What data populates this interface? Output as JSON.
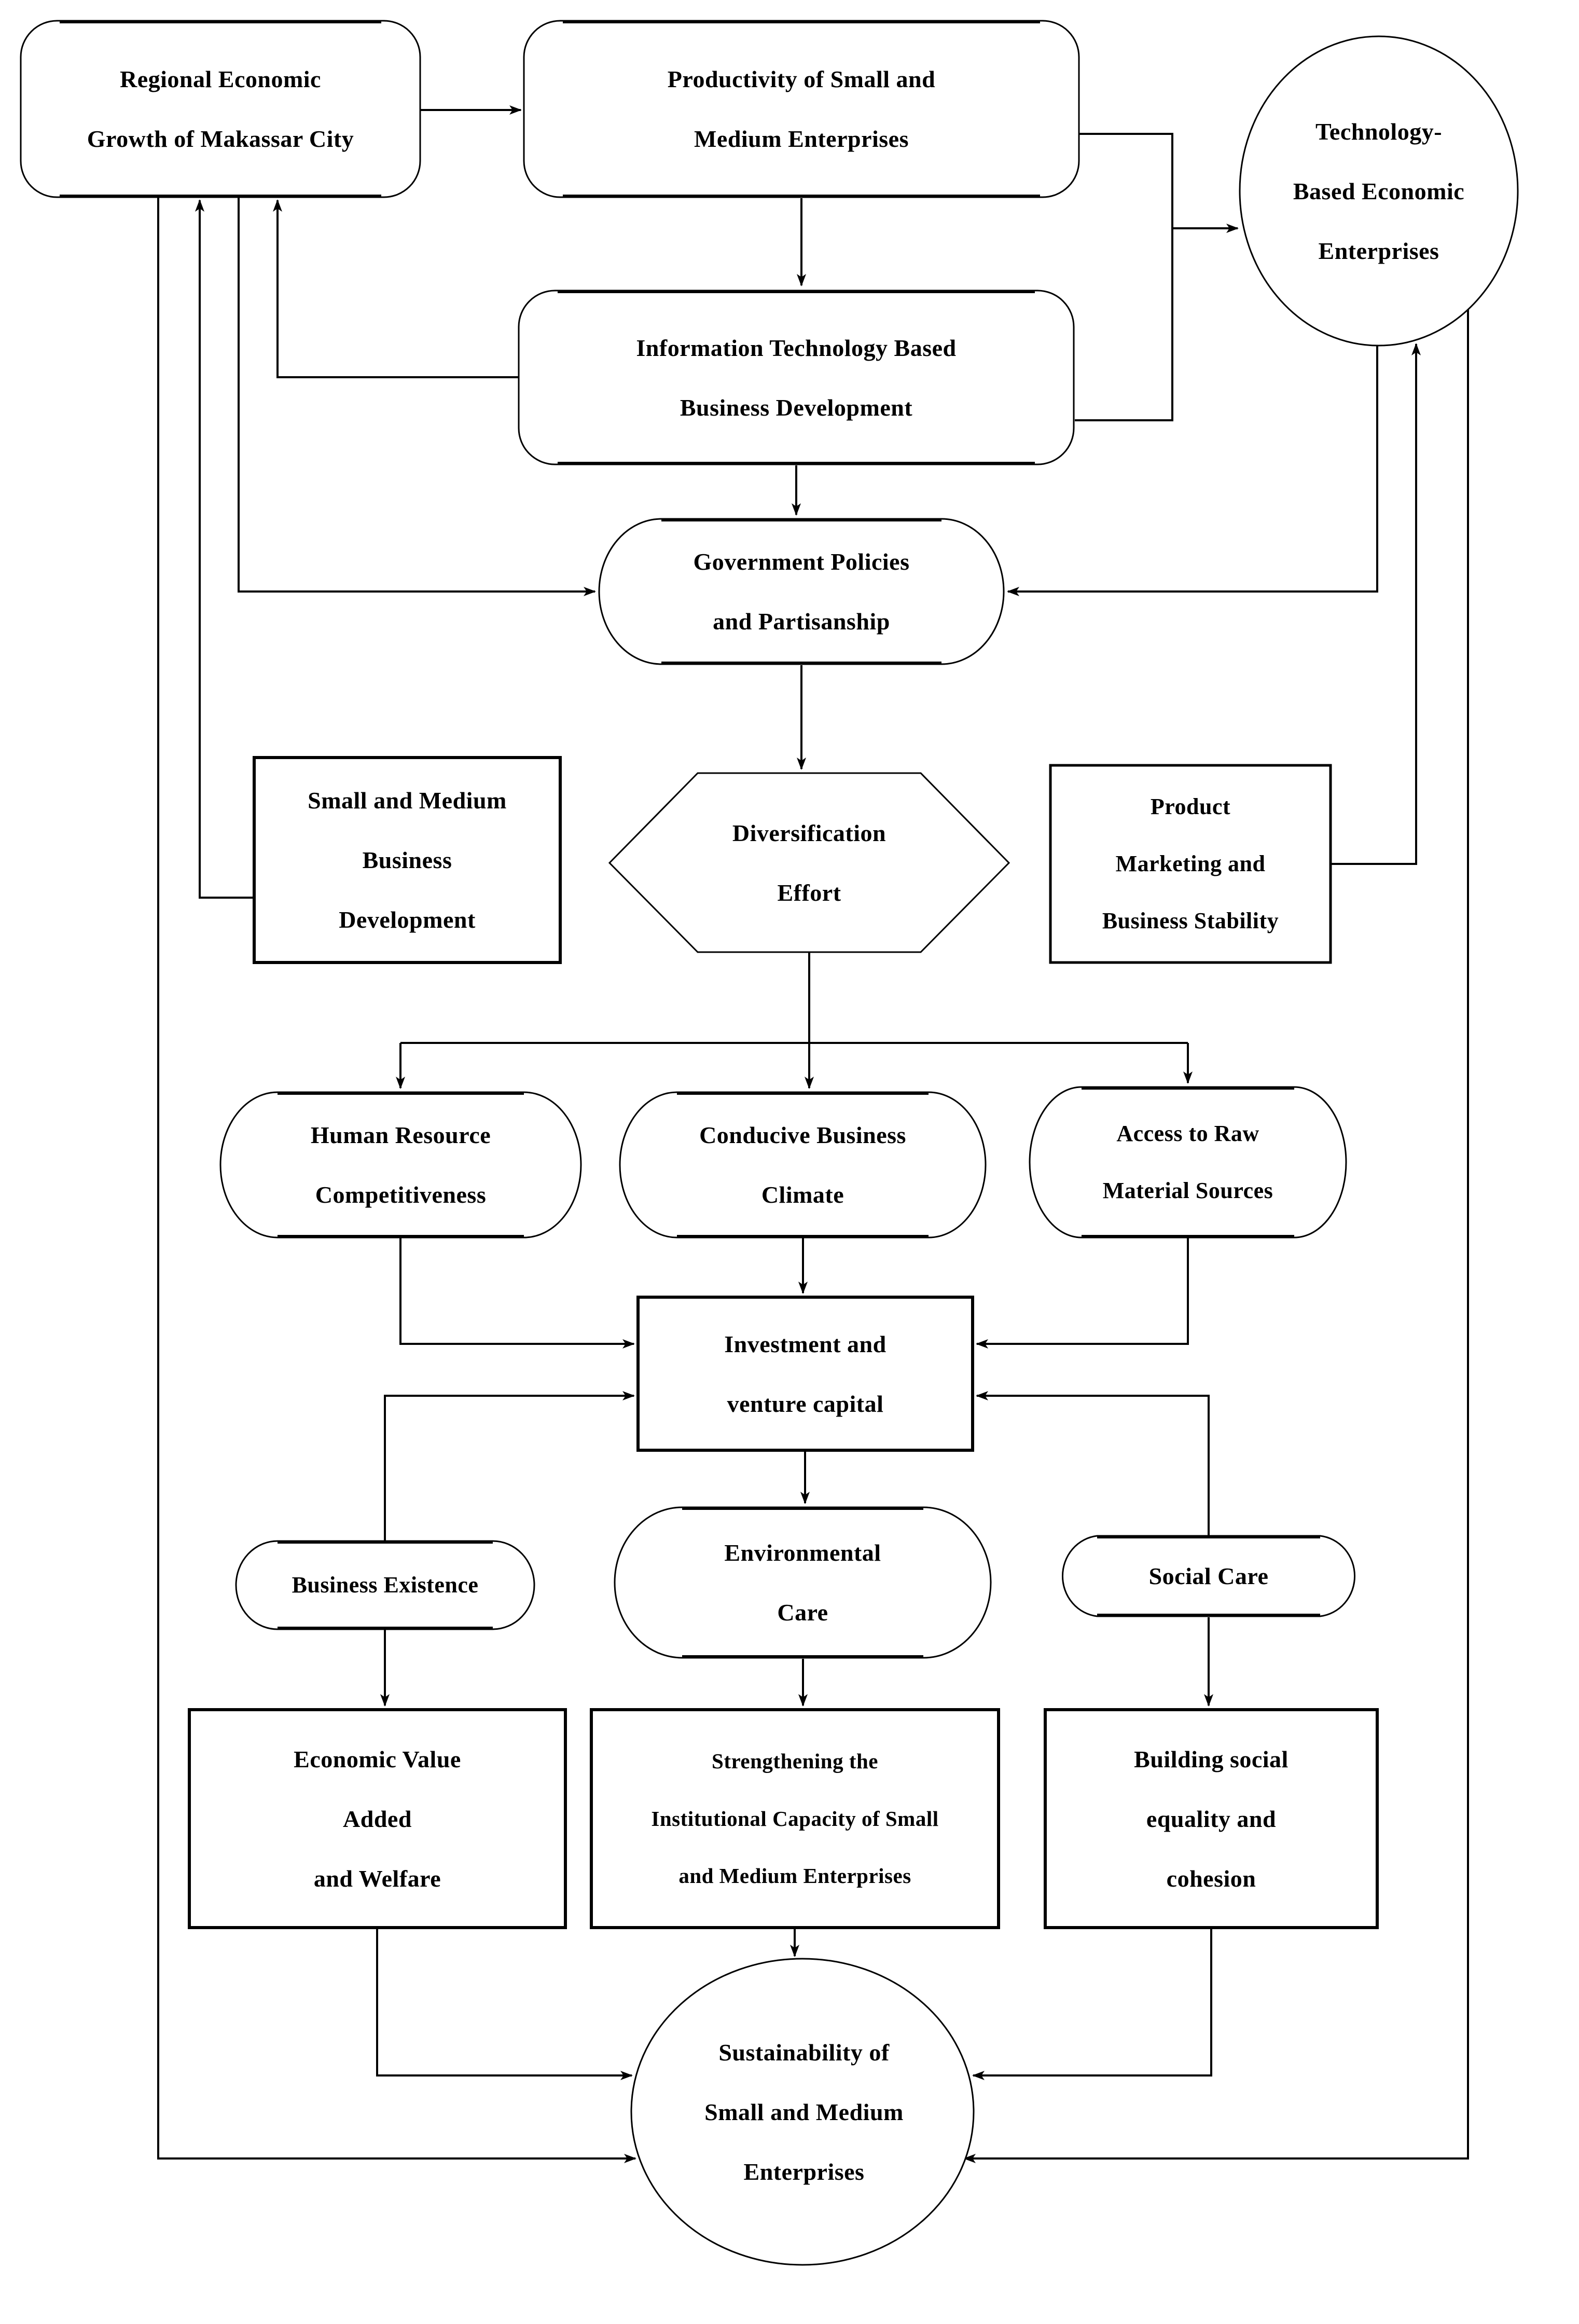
{
  "diagram": {
    "title": "SME sustainability conceptual flowchart",
    "colors": {
      "ink": "#000000",
      "paper": "#ffffff"
    },
    "nodes": {
      "regional": {
        "label": "Regional Economic\nGrowth of Makassar City"
      },
      "productivity": {
        "label": "Productivity of Small and\nMedium Enterprises"
      },
      "technology": {
        "label": "Technology-\nBased Economic\nEnterprises"
      },
      "itdev": {
        "label": "Information Technology Based\nBusiness Development"
      },
      "govpol": {
        "label": "Government Policies\nand Partisanship"
      },
      "smbiz": {
        "label": "Small and Medium\nBusiness\nDevelopment"
      },
      "diversification": {
        "label": "Diversification\nEffort"
      },
      "prodmkt": {
        "label": "Product\nMarketing and\nBusiness Stability"
      },
      "hr": {
        "label": "Human Resource\nCompetitiveness"
      },
      "climate": {
        "label": "Conducive Business\nClimate"
      },
      "access": {
        "label": "Access to Raw\nMaterial Sources"
      },
      "investment": {
        "label": "Investment and\nventure capital"
      },
      "busexist": {
        "label": "Business Existence"
      },
      "envcare": {
        "label": "Environmental\nCare"
      },
      "socialcare": {
        "label": "Social Care"
      },
      "econval": {
        "label": "Economic Value\nAdded\nand Welfare"
      },
      "strength": {
        "label": "Strengthening the\nInstitutional Capacity of Small\nand Medium Enterprises"
      },
      "building": {
        "label": "Building social\nequality and\ncohesion"
      },
      "sustain": {
        "label": "Sustainability of\nSmall and Medium\nEnterprises"
      }
    },
    "edges": [
      {
        "from": "regional",
        "to": "productivity"
      },
      {
        "from": "productivity",
        "to": "itdev"
      },
      {
        "from": "productivity",
        "to": "technology"
      },
      {
        "from": "itdev",
        "to": "technology"
      },
      {
        "from": "itdev",
        "to": "regional"
      },
      {
        "from": "itdev",
        "to": "govpol"
      },
      {
        "from": "technology",
        "to": "govpol"
      },
      {
        "from": "regional",
        "to": "govpol"
      },
      {
        "from": "smbiz",
        "to": "regional"
      },
      {
        "from": "govpol",
        "to": "diversification"
      },
      {
        "from": "diversification",
        "to": "hr"
      },
      {
        "from": "diversification",
        "to": "climate"
      },
      {
        "from": "diversification",
        "to": "access"
      },
      {
        "from": "prodmkt",
        "to": "technology"
      },
      {
        "from": "hr",
        "to": "investment"
      },
      {
        "from": "climate",
        "to": "investment"
      },
      {
        "from": "access",
        "to": "investment"
      },
      {
        "from": "busexist",
        "to": "investment"
      },
      {
        "from": "socialcare",
        "to": "investment"
      },
      {
        "from": "investment",
        "to": "envcare"
      },
      {
        "from": "busexist",
        "to": "econval"
      },
      {
        "from": "envcare",
        "to": "strength"
      },
      {
        "from": "socialcare",
        "to": "building"
      },
      {
        "from": "strength",
        "to": "sustain"
      },
      {
        "from": "econval",
        "to": "sustain"
      },
      {
        "from": "building",
        "to": "sustain"
      },
      {
        "from": "regional",
        "to": "sustain"
      },
      {
        "from": "technology",
        "to": "sustain"
      }
    ]
  }
}
